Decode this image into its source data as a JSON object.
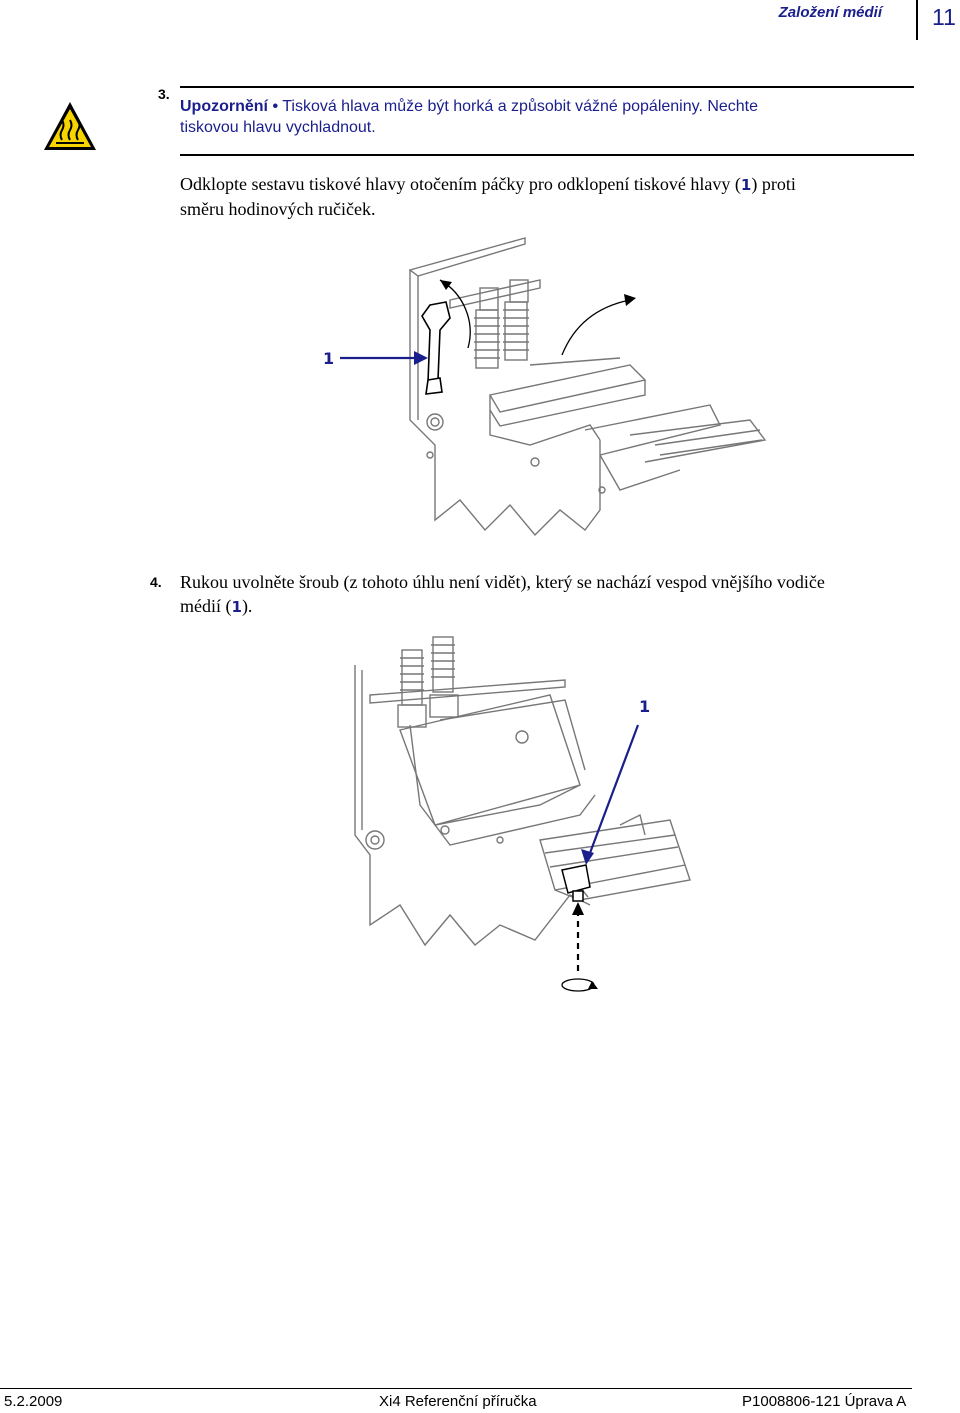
{
  "header": {
    "section_title": "Založení médií",
    "page_number": "11"
  },
  "step3": {
    "number": "3.",
    "caution_label": "Upozornění •",
    "caution_text_line1": " Tisková hlava může být horká a způsobit vážné popáleniny. Nechte",
    "caution_text_line2": "tiskovou hlavu vychladnout.",
    "instruction_before": "Odklopte sestavu tiskové hlavy otočením páčky pro odklopení tiskové hlavy (",
    "instruction_callout": "1",
    "instruction_after": ") proti",
    "instruction_line2": "směru hodinových ručiček.",
    "figure_callout": "1"
  },
  "step4": {
    "number": "4.",
    "instruction_before": "Rukou uvolněte šroub (z tohoto úhlu není vidět), který se nachází vespod vnějšího vodiče",
    "instruction_line2_before": "médií (",
    "instruction_callout": "1",
    "instruction_after": ").",
    "figure_callout": "1"
  },
  "footer": {
    "date": "5.2.2009",
    "manual_title": "Xi4 Referenční příručka",
    "doc_number": "P1008806-121 Úprava A"
  },
  "colors": {
    "accent_blue": "#1a1f8c",
    "warning_yellow": "#f5d400"
  }
}
